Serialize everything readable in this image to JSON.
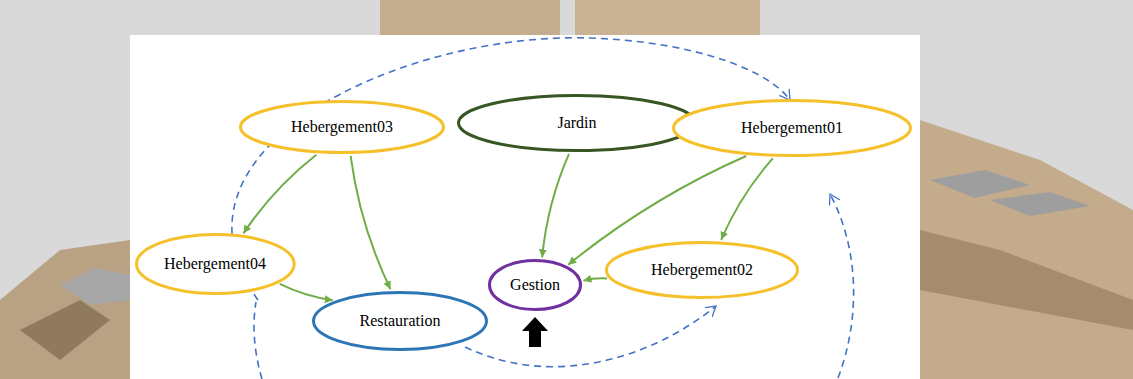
{
  "diagram": {
    "nodes": [
      {
        "text": [
          "Jardin"
        ]
      },
      {
        "text": [
          "Hebergement03"
        ]
      },
      {
        "text": [
          "Hebergement01"
        ]
      },
      {
        "text": [
          "Hebergement04"
        ]
      },
      {
        "text": [
          "Gestion"
        ]
      },
      {
        "text": [
          "Hebergement02"
        ]
      },
      {
        "text": [
          "Restauration"
        ]
      }
    ],
    "edges": [
      {
        "from": 1,
        "to": 3,
        "arrow": "to"
      },
      {
        "from": 1,
        "to": 6,
        "arrow": "to"
      },
      {
        "from": 3,
        "to": 6,
        "arrow": "to"
      },
      {
        "from": 0,
        "to": 4,
        "arrow": "to"
      },
      {
        "from": 2,
        "to": 4,
        "arrow": "to"
      },
      {
        "from": 2,
        "to": 5,
        "arrow": "to"
      },
      {
        "from": 5,
        "to": 4,
        "arrow": "to"
      }
    ]
  }
}
